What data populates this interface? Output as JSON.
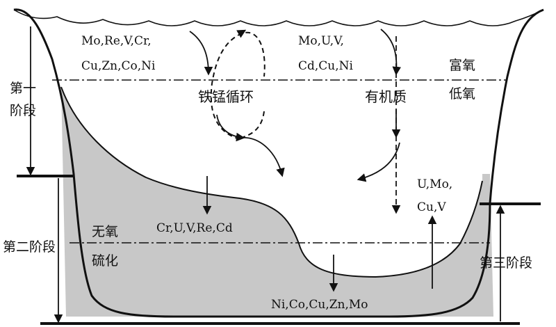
{
  "diagram": {
    "zones": {
      "oxic": "富氧",
      "suboxic": "低氧",
      "anoxic_line1": "无氧",
      "anoxic_line2": "硫化"
    },
    "stages": {
      "stage1_line1": "第一",
      "stage1_line2": "阶段",
      "stage2": "第二阶段",
      "stage3": "第三阶段"
    },
    "processes": {
      "fe_mn_cycle": "铁锰循环",
      "organic_matter": "有机质"
    },
    "elements": {
      "left_surface_line1": "Mo,Re,V,Cr,",
      "left_surface_line2": "Cu,Zn,Co,Ni",
      "right_surface_line1": "Mo,U,V,",
      "right_surface_line2": "Cd,Cu,Ni",
      "stage2_sediment": "Cr,U,V,Re,Cd",
      "stage3_release_line1": "U,Mo,",
      "stage3_release_line2": "Cu,V",
      "basin_bottom": "Ni,Co,Cu,Zn,Mo"
    },
    "colors": {
      "sediment_fill": "#c8c8c8",
      "line": "#111111",
      "background": "#ffffff"
    }
  }
}
